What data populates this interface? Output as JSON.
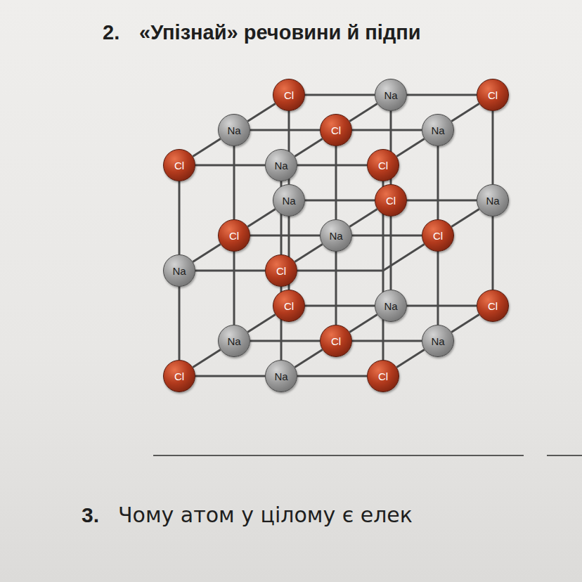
{
  "diagram": {
    "nodes": [
      {
        "text": [
          "Cl"
        ]
      },
      {
        "text": [
          "Na"
        ]
      },
      {
        "text": [
          "Cl"
        ]
      },
      {
        "text": [
          "Na"
        ]
      },
      {
        "text": [
          "Cl"
        ]
      },
      {
        "text": [
          "Na"
        ]
      },
      {
        "text": [
          "Cl"
        ]
      },
      {
        "text": [
          "Na"
        ]
      },
      {
        "text": [
          "Cl"
        ]
      },
      {
        "text": [
          "Na"
        ]
      },
      {
        "text": [
          "Cl"
        ]
      },
      {
        "text": [
          "Na"
        ]
      },
      {
        "text": [
          "Cl"
        ]
      },
      {
        "text": [
          "Na"
        ]
      },
      {
        "text": [
          "Cl"
        ]
      },
      {
        "text": [
          "Na"
        ]
      },
      {
        "text": [
          "Cl"
        ]
      },
      {
        "text": [
          "Cl"
        ]
      },
      {
        "text": [
          "Na"
        ]
      },
      {
        "text": [
          "Cl"
        ]
      },
      {
        "text": [
          "Na"
        ]
      },
      {
        "text": [
          "Cl"
        ]
      },
      {
        "text": [
          "Na"
        ]
      },
      {
        "text": [
          "Cl"
        ]
      },
      {
        "text": [
          "Na"
        ]
      },
      {
        "text": [
          "Cl"
        ]
      }
    ],
    "edges": [
      {
        "from": 0,
        "to": 1,
        "arrow": "none"
      },
      {
        "from": 1,
        "to": 2,
        "arrow": "none"
      },
      {
        "from": 3,
        "to": 4,
        "arrow": "none"
      },
      {
        "from": 4,
        "to": 5,
        "arrow": "none"
      },
      {
        "from": 6,
        "to": 7,
        "arrow": "none"
      },
      {
        "from": 7,
        "to": 8,
        "arrow": "none"
      },
      {
        "from": 9,
        "to": 10,
        "arrow": "none"
      },
      {
        "from": 10,
        "to": 11,
        "arrow": "none"
      },
      {
        "from": 12,
        "to": 13,
        "arrow": "none"
      },
      {
        "from": 13,
        "to": 14,
        "arrow": "none"
      },
      {
        "from": 15,
        "to": 16,
        "arrow": "none"
      },
      {
        "from": 16,
        "to": 14,
        "arrow": "none"
      },
      {
        "from": 17,
        "to": 18,
        "arrow": "none"
      },
      {
        "from": 18,
        "to": 19,
        "arrow": "none"
      },
      {
        "from": 20,
        "to": 21,
        "arrow": "none"
      },
      {
        "from": 21,
        "to": 22,
        "arrow": "none"
      },
      {
        "from": 23,
        "to": 24,
        "arrow": "none"
      },
      {
        "from": 24,
        "to": 25,
        "arrow": "none"
      },
      {
        "from": 0,
        "to": 9,
        "arrow": "none"
      },
      {
        "from": 9,
        "to": 17,
        "arrow": "none"
      },
      {
        "from": 1,
        "to": 10,
        "arrow": "none"
      },
      {
        "from": 10,
        "to": 18,
        "arrow": "none"
      },
      {
        "from": 2,
        "to": 11,
        "arrow": "none"
      },
      {
        "from": 11,
        "to": 19,
        "arrow": "none"
      },
      {
        "from": 3,
        "to": 12,
        "arrow": "none"
      },
      {
        "from": 12,
        "to": 20,
        "arrow": "none"
      },
      {
        "from": 4,
        "to": 13,
        "arrow": "none"
      },
      {
        "from": 13,
        "to": 21,
        "arrow": "none"
      },
      {
        "from": 5,
        "to": 14,
        "arrow": "none"
      },
      {
        "from": 14,
        "to": 22,
        "arrow": "none"
      },
      {
        "from": 6,
        "to": 15,
        "arrow": "none"
      },
      {
        "from": 15,
        "to": 23,
        "arrow": "none"
      },
      {
        "from": 7,
        "to": 16,
        "arrow": "none"
      },
      {
        "from": 16,
        "to": 24,
        "arrow": "none"
      },
      {
        "from": 8,
        "to": 25,
        "arrow": "none"
      },
      {
        "from": 6,
        "to": 3,
        "arrow": "none"
      },
      {
        "from": 3,
        "to": 0,
        "arrow": "none"
      },
      {
        "from": 7,
        "to": 4,
        "arrow": "none"
      },
      {
        "from": 4,
        "to": 1,
        "arrow": "none"
      },
      {
        "from": 8,
        "to": 5,
        "arrow": "none"
      },
      {
        "from": 5,
        "to": 2,
        "arrow": "none"
      },
      {
        "from": 15,
        "to": 12,
        "arrow": "none"
      },
      {
        "from": 12,
        "to": 9,
        "arrow": "none"
      },
      {
        "from": 16,
        "to": 13,
        "arrow": "none"
      },
      {
        "from": 13,
        "to": 10,
        "arrow": "none"
      },
      {
        "from": 14,
        "to": 11,
        "arrow": "none"
      },
      {
        "from": 23,
        "to": 20,
        "arrow": "none"
      },
      {
        "from": 20,
        "to": 17,
        "arrow": "none"
      },
      {
        "from": 24,
        "to": 21,
        "arrow": "none"
      },
      {
        "from": 21,
        "to": 18,
        "arrow": "none"
      },
      {
        "from": 25,
        "to": 22,
        "arrow": "none"
      },
      {
        "from": 22,
        "to": 19,
        "arrow": "none"
      }
    ],
    "labels": [
      "2.",
      "«Упізнай» речовини й підпи",
      "3.",
      "Чому атом у цілому є елек"
    ]
  }
}
